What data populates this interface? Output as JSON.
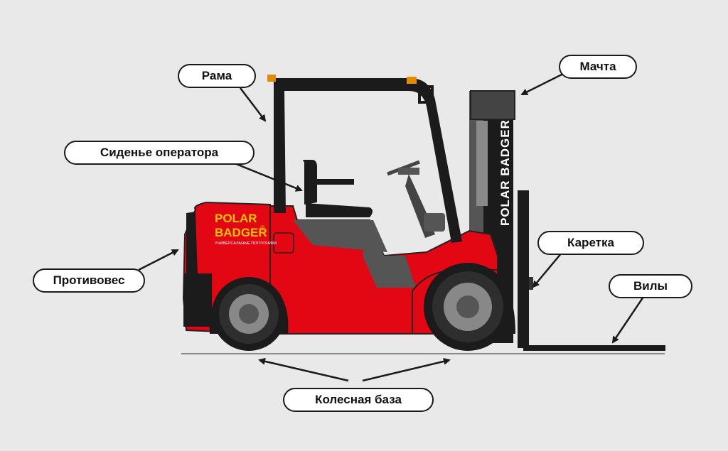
{
  "labels": {
    "frame": "Рама",
    "seat": "Сиденье оператора",
    "counterweight": "Противовес",
    "mast": "Мачта",
    "carriage": "Каретка",
    "forks": "Вилы",
    "wheelbase": "Колесная база"
  },
  "brand": {
    "line1": "POLAR",
    "line2": "BADGER",
    "registered": "®",
    "tagline": "УНИВЕРСАЛЬНЫЕ ПОГРУЗЧИКИ",
    "mast_text": "POLAR BADGER"
  },
  "colors": {
    "body_red": "#e30613",
    "dark": "#1b1b1b",
    "gray": "#6d6d6d",
    "brand_yellow": "#f5c400",
    "background": "#e9e9e9"
  },
  "icons": [
    "seat-icon",
    "steering-wheel-icon",
    "wheel-icon",
    "warning-light-icon"
  ]
}
